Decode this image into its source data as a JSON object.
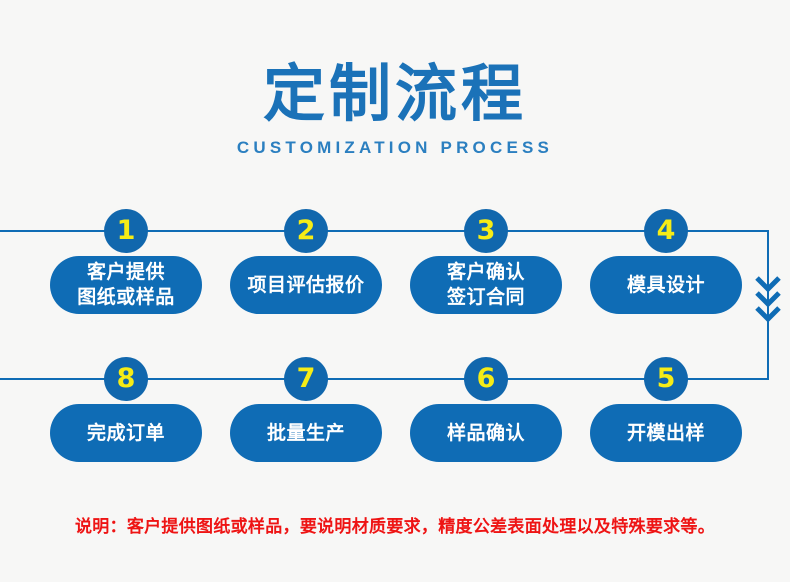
{
  "header": {
    "title": "定制流程",
    "subtitle": "CUSTOMIZATION PROCESS"
  },
  "colors": {
    "background": "#f7f7f6",
    "title_blue": "#1b72b8",
    "circle_blue": "#1167ad",
    "box_blue": "#0f6cb5",
    "number_yellow": "#f6ec16",
    "line_blue": "#0f6cb5",
    "note_red": "#ee1414",
    "box_text": "#ffffff"
  },
  "flow": {
    "row_top": [
      {
        "number": "1",
        "label": "客户提供\n图纸或样品"
      },
      {
        "number": "2",
        "label": "项目评估报价"
      },
      {
        "number": "3",
        "label": "客户确认\n签订合同"
      },
      {
        "number": "4",
        "label": "模具设计"
      }
    ],
    "row_bottom": [
      {
        "number": "8",
        "label": "完成订单"
      },
      {
        "number": "7",
        "label": "批量生产"
      },
      {
        "number": "6",
        "label": "样品确认"
      },
      {
        "number": "5",
        "label": "开模出样"
      }
    ],
    "flow_direction_icon": "double-chevron-down-icon"
  },
  "note": {
    "text": "说明：客户提供图纸或样品，要说明材质要求，精度公差表面处理以及特殊要求等。"
  }
}
